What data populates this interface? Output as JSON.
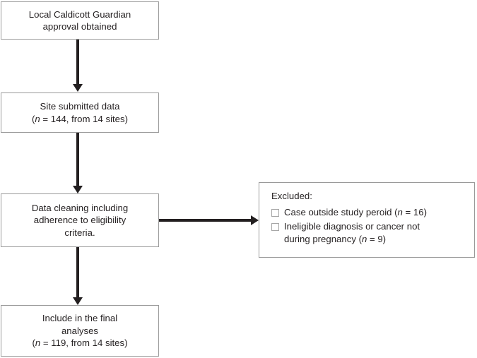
{
  "figure": {
    "type": "flowchart",
    "orientation": "vertical-with-side-branch",
    "colors": {
      "box_border": "#9a9a9a",
      "arrow": "#231f20",
      "text": "#231f20",
      "background": "#ffffff",
      "checkbox_border": "#a6a6a6"
    }
  },
  "nodes": {
    "approval": {
      "line1": "Local Caldicott Guardian",
      "line2": "approval obtained"
    },
    "submitted": {
      "line1": "Site submitted data",
      "prefix": "(",
      "n_symbol": "n",
      "stats": " = 144, from 14 sites)",
      "n_value": 144,
      "sites": 14
    },
    "cleaning": {
      "line1": "Data cleaning including",
      "line2": "adherence to eligibility",
      "line3": "criteria."
    },
    "included": {
      "line1": "Include in the final",
      "line2": "analyses",
      "prefix": "(",
      "n_symbol": "n",
      "stats": " = 119, from 14 sites)",
      "n_value": 119,
      "sites": 14
    }
  },
  "excluded": {
    "title": "Excluded:",
    "items": [
      {
        "line1": "Case outside study peroid (",
        "n_symbol": "n",
        "stats": " = 16)",
        "n_value": 16,
        "line2": ""
      },
      {
        "line1": "Ineligible diagnosis or cancer not",
        "line2": "during pregnancy (",
        "n_symbol": "n",
        "stats": " = 9)",
        "n_value": 9
      }
    ]
  }
}
